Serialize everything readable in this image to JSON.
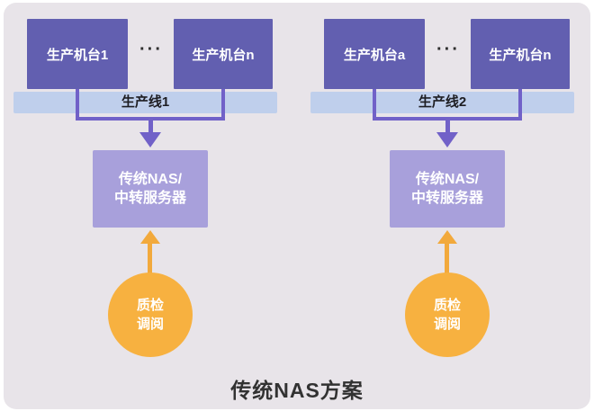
{
  "title": "传统NAS方案",
  "colors": {
    "panel_bg": "#E8E4E9",
    "machine_box": "#625FB0",
    "production_line_bar": "#BFCFEC",
    "connector_purple": "#7161C8",
    "nas_box": "#A8A0DB",
    "qc_circle": "#F7B140",
    "title_text": "#323232"
  },
  "groups": [
    {
      "machines": [
        {
          "label": "生产机台1"
        },
        {
          "label": "生产机台n"
        }
      ],
      "dots": "···",
      "line_label": "生产线1",
      "nas_line1": "传统NAS/",
      "nas_line2": "中转服务器",
      "qc_line1": "质检",
      "qc_line2": "调阅"
    },
    {
      "machines": [
        {
          "label": "生产机台a"
        },
        {
          "label": "生产机台n"
        }
      ],
      "dots": "···",
      "line_label": "生产线2",
      "nas_line1": "传统NAS/",
      "nas_line2": "中转服务器",
      "qc_line1": "质检",
      "qc_line2": "调阅"
    }
  ]
}
